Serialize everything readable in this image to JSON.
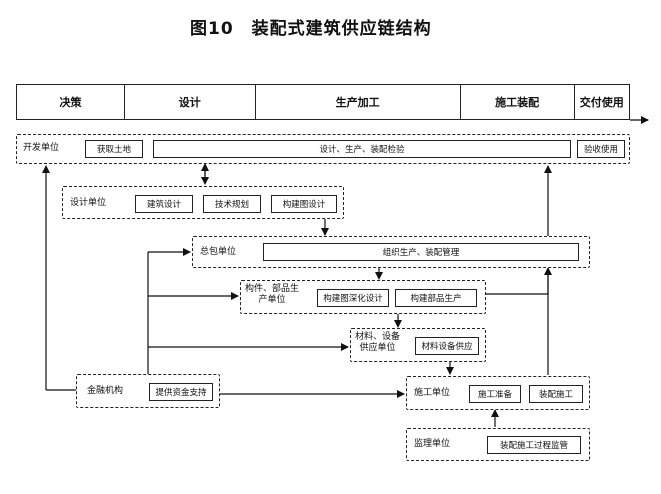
{
  "title": "图10　装配式建筑供应链结构",
  "phases": [
    "决策",
    "设计",
    "生产加工",
    "施工装配",
    "交付使用"
  ],
  "developer": {
    "name": "开发单位",
    "items": [
      "获取土地",
      "设计、生产、装配检验",
      "验收使用"
    ]
  },
  "designer": {
    "name": "设计单位",
    "items": [
      "建筑设计",
      "技术规划",
      "构建图设计"
    ]
  },
  "contractor": {
    "name": "总包单位",
    "items": [
      "组织生产、装配管理"
    ]
  },
  "component_maker": {
    "name_line1": "构件、部品生",
    "name_line2": "产单位",
    "items": [
      "构建图深化设计",
      "构建部品生产"
    ]
  },
  "material_supplier": {
    "name_line1": "材料、设备",
    "name_line2": "供应单位",
    "items": [
      "材料设备供应"
    ]
  },
  "finance": {
    "name": "金融机构",
    "items": [
      "提供资金支持"
    ]
  },
  "construction": {
    "name": "施工单位",
    "items": [
      "施工准备",
      "装配施工"
    ]
  },
  "supervisor": {
    "name": "监理单位",
    "items": [
      "装配施工过程监管"
    ]
  }
}
